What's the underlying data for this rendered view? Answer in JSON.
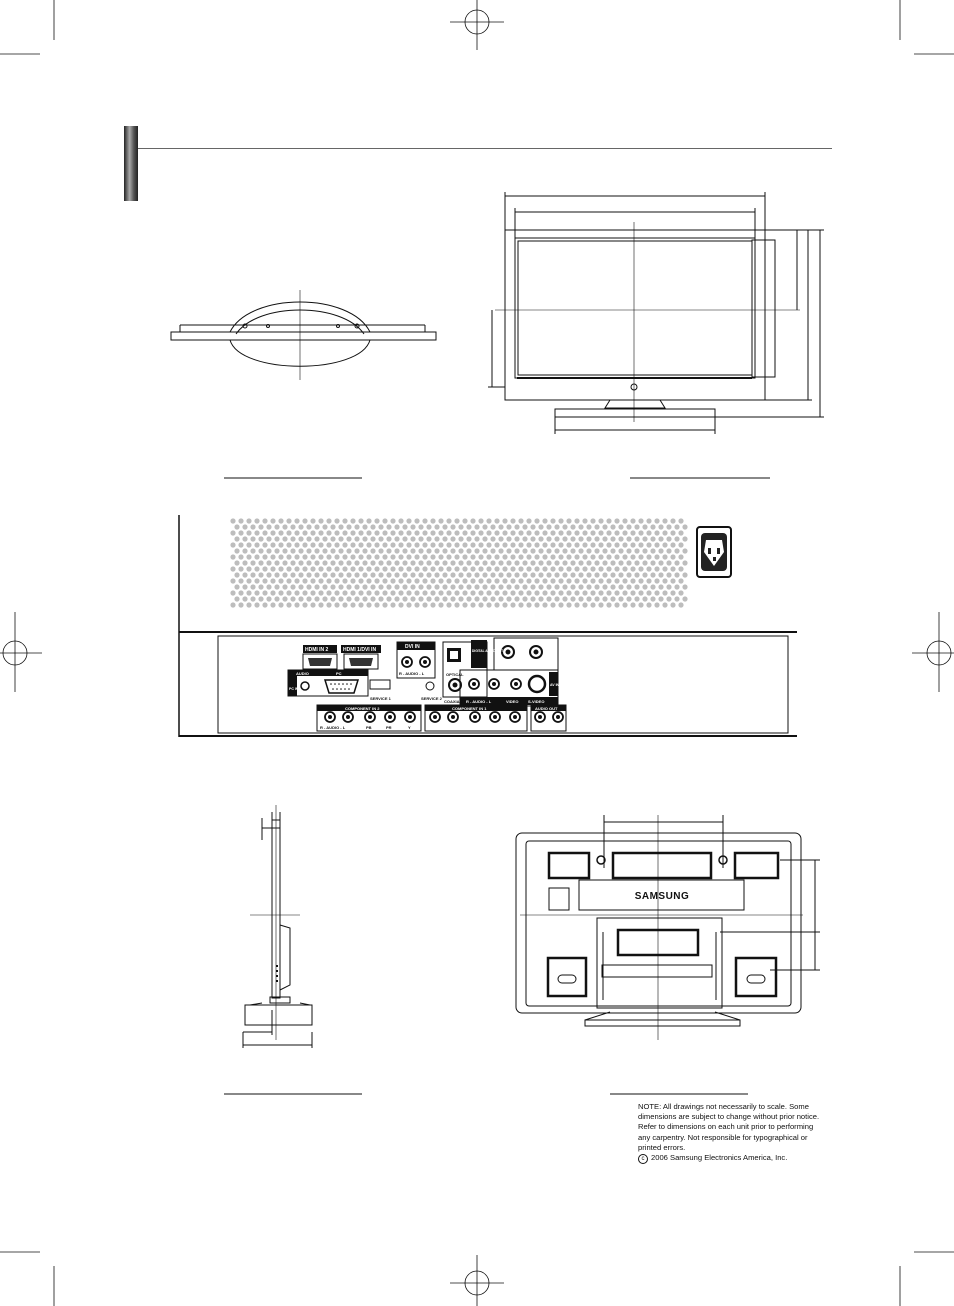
{
  "panel_labels": {
    "hdmi2": "HDMI IN 2",
    "hdmi1": "HDMI 1/DVI IN",
    "dvi_in": "DVI IN",
    "dvi_audio": "R - AUDIO - L",
    "audio": "AUDIO",
    "pc": "PC",
    "pc_in": "PC IN",
    "service1": "SERVICE 1",
    "service2": "SERVICE 2",
    "optical": "OPTICAL",
    "digital_audio_out": "DIGITAL AUDIO OUT",
    "coaxial": "COAXIAL",
    "av_in_1": "AV IN 1",
    "s_video": "S-VIDEO",
    "av_in_audio": "R - AUDIO - L",
    "video": "VIDEO",
    "component_in_2": "COMPONENT IN 2",
    "component_in_1": "COMPONENT IN 1",
    "audio_out": "AUDIO OUT",
    "comp_audio": "R - AUDIO - L",
    "pb": "PB",
    "pr": "PR",
    "y": "Y"
  },
  "brand": "SAMSUNG",
  "note": {
    "lines": [
      "NOTE:  All drawings not necessarily to scale.  Some",
      "dimensions are subject to change without prior notice.",
      "Refer to dimensions on each unit prior to performing",
      "any carpentry.  Not responsible for typographical or",
      "printed errors."
    ],
    "copyright_symbol": "c",
    "copyright_text": "2006 Samsung Electronics America, Inc."
  },
  "colors": {
    "ink": "#111111",
    "panel_gray": "#555555",
    "dots": "#bdbdbd"
  },
  "icons": [
    "registration-mark-icon",
    "power-socket-icon",
    "hdmi-port-icon",
    "rca-jack-icon",
    "vga-port-icon"
  ]
}
